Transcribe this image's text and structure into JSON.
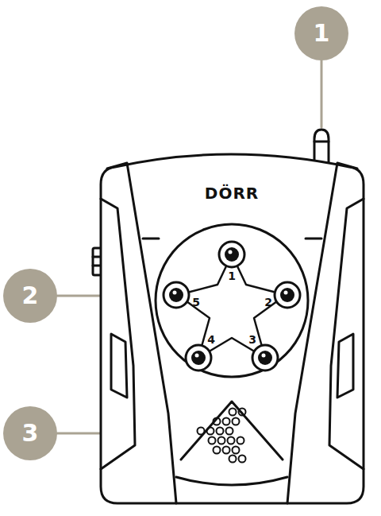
{
  "diagram": {
    "nodes": [
      {
        "text": [
          "1"
        ]
      },
      {
        "text": [
          "2"
        ]
      },
      {
        "text": [
          "3"
        ]
      }
    ],
    "labels": [
      "DÖRR",
      "1",
      "2",
      "3",
      "4",
      "5"
    ]
  }
}
